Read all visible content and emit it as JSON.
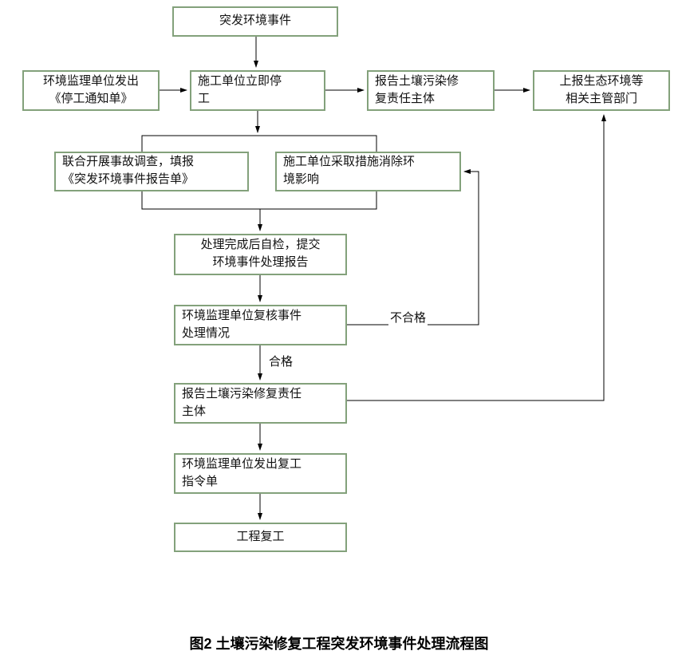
{
  "diagram": {
    "caption": "图2 土壤污染修复工程突发环境事件处理流程图",
    "nodes": {
      "event": "突发环境事件",
      "stop_notice": [
        "环境监理单位发出",
        "《停工通知单》"
      ],
      "stop_work": [
        "施工单位立即停",
        "工"
      ],
      "report_responsible_top": [
        "报告土壤污染修",
        "复责任主体"
      ],
      "report_authority": [
        "上报生态环境等",
        "相关主管部门"
      ],
      "investigation": [
        "联合开展事故调查，填报",
        "《突发环境事件报告单》"
      ],
      "eliminate": [
        "施工单位采取措施消除环",
        "境影响"
      ],
      "self_check": [
        "处理完成后自检，提交",
        "环境事件处理报告"
      ],
      "review": [
        "环境监理单位复核事件",
        "处理情况"
      ],
      "report_responsible_bottom": [
        "报告土壤污染修复责任",
        "主体"
      ],
      "resume_order": [
        "环境监理单位发出复工",
        "指令单"
      ],
      "resume_work": "工程复工"
    },
    "labels": {
      "fail": "不合格",
      "pass": "合格"
    }
  },
  "colors": {
    "box_border": "#83a17b",
    "connector": "#000000",
    "text": "#111111"
  }
}
